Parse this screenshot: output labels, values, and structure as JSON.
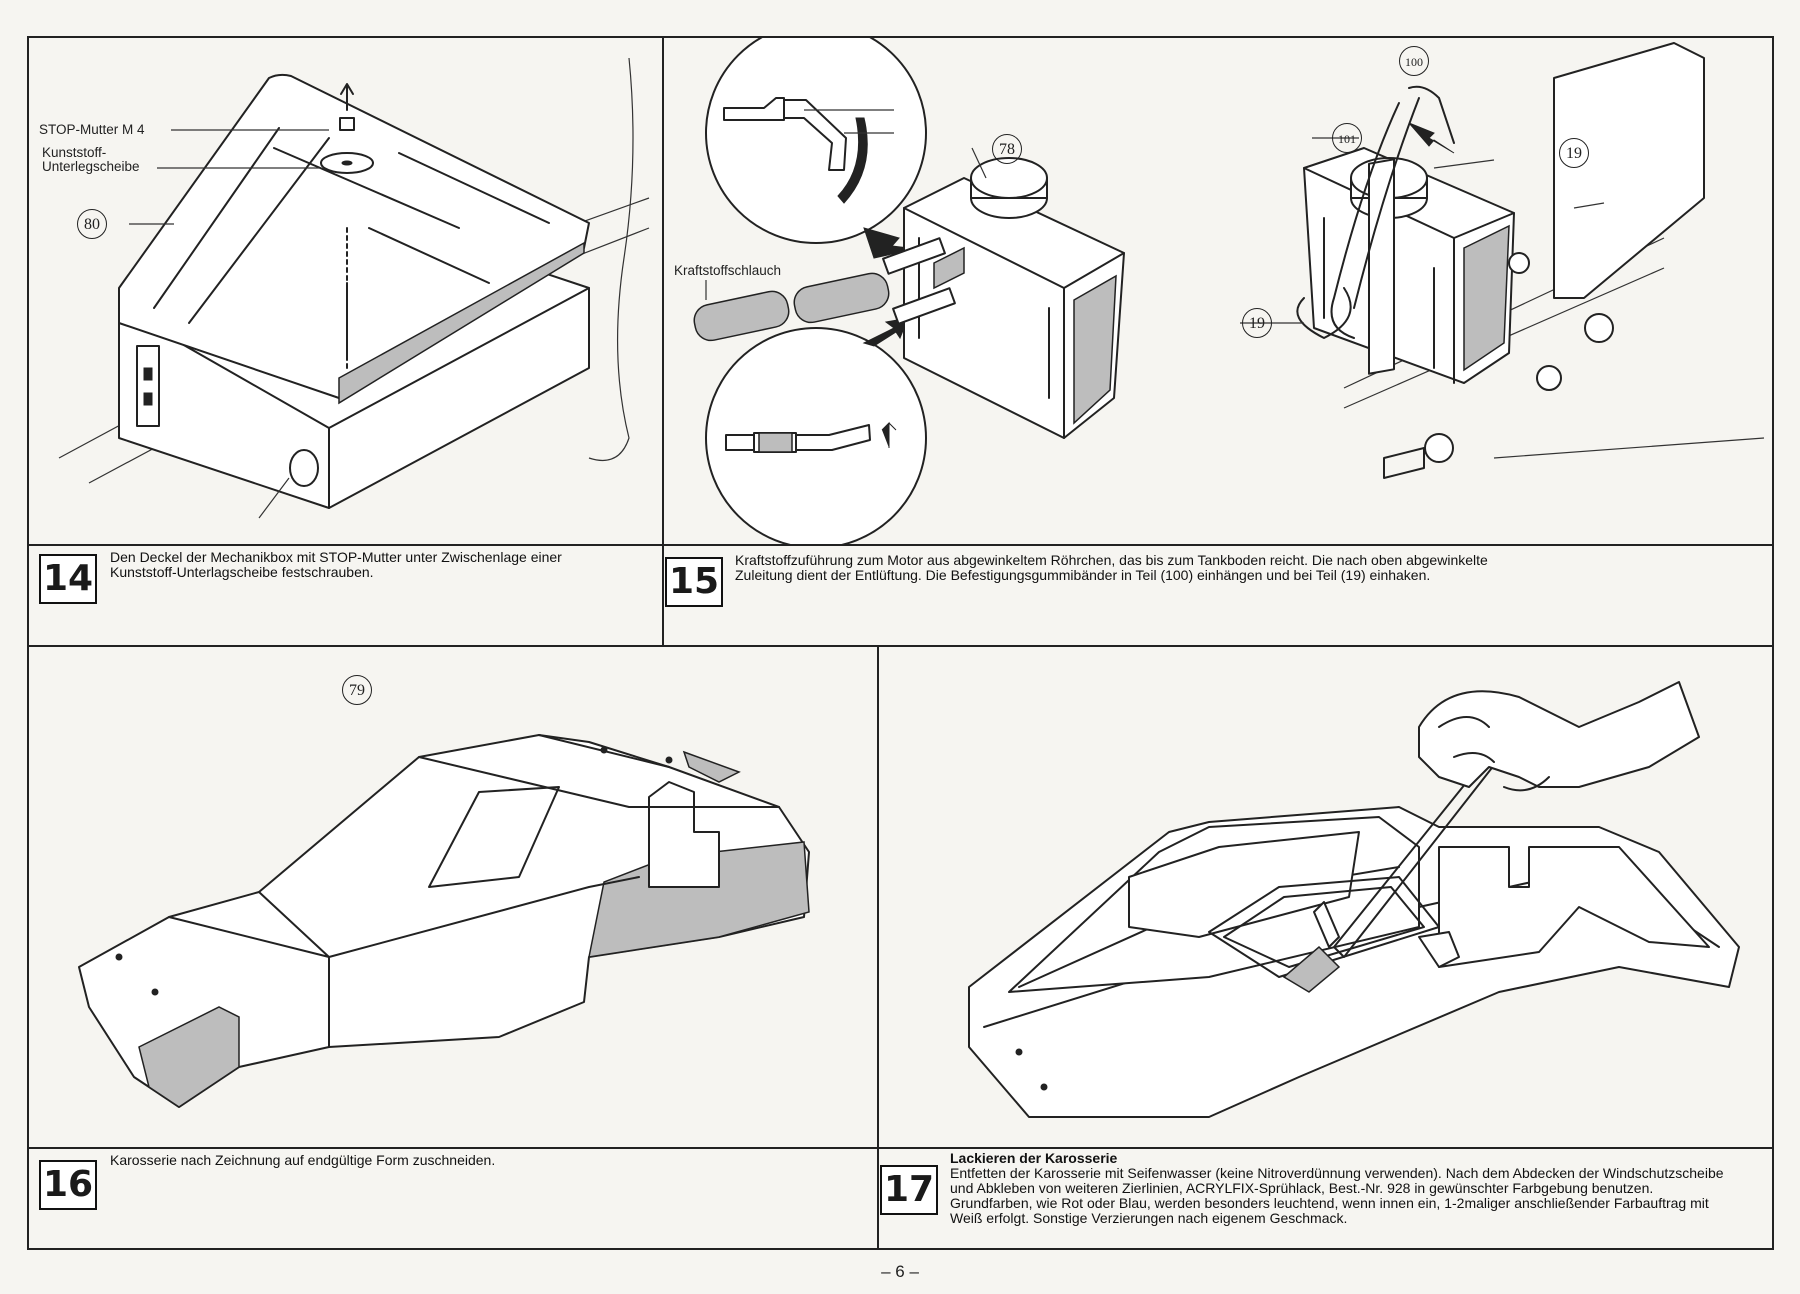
{
  "steps": [
    {
      "number": "14",
      "caption": "Den Deckel der Mechanikbox mit STOP-Mutter unter Zwischenlage einer Kunststoff-Unterlagscheibe festschrauben.",
      "labels": [
        "STOP-Mutter M 4",
        "Kunststoff-\nUnterlegscheibe"
      ],
      "parts": [
        "80"
      ]
    },
    {
      "number": "15",
      "caption": "Kraftstoffzuführung zum Motor aus abgewinkeltem Röhrchen, das bis zum Tankboden reicht. Die nach oben abgewinkelte Zuleitung dient der Entlüftung. Die Befestigungsgummibänder in Teil (100) einhängen und bei Teil (19) einhaken.",
      "labels": [
        "Kraftstoffschlauch"
      ],
      "parts": [
        "78",
        "100",
        "101",
        "19",
        "19"
      ]
    },
    {
      "number": "16",
      "caption": "Karosserie nach Zeichnung auf endgültige Form zuschneiden.",
      "parts": [
        "79"
      ]
    },
    {
      "number": "17",
      "caption_title": "Lackieren der Karosserie",
      "caption": "Entfetten der Karosserie mit Seifenwasser (keine Nitroverdünnung verwenden). Nach dem Abdecken der Windschutzscheibe und Abkleben von weiteren Zierlinien, ACRYLFIX-Sprühlack, Best.-Nr. 928 in gewünschter Farbgebung benutzen. Grundfarben, wie Rot oder Blau, werden besonders leuchtend, wenn innen ein, 1-2maliger anschließender Farbauftrag mit Weiß erfolgt. Sonstige Verzierungen nach eigenem Geschmack."
    }
  ],
  "footer": {
    "page": "– 6 –"
  }
}
